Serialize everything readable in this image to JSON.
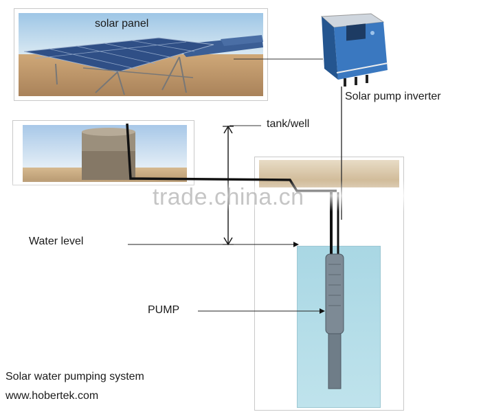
{
  "labels": {
    "solar_panel": "solar panel",
    "inverter": "Solar pump inverter",
    "tank_well": "tank/well",
    "water_level": "Water level",
    "pump": "PUMP",
    "system_title": "Solar water pumping system",
    "website": "www.hobertek.com"
  },
  "watermark": "trade.china.cn",
  "colors": {
    "inverter_body": "#3a78c0",
    "water": "#b4dde8",
    "pipe": "#111111",
    "panel": "#2f4f86"
  }
}
